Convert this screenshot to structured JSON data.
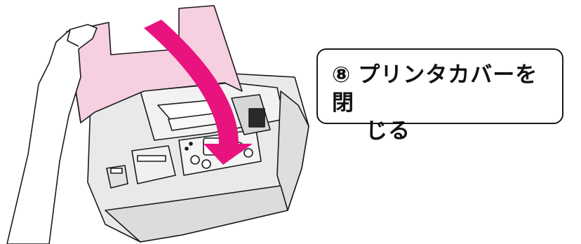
{
  "illustration": {
    "description_icon": "printer-cover-closing-illustration",
    "colors": {
      "cover_pink": "#f6cfe1",
      "arrow_magenta": "#e8137e",
      "body_gray": "#e9e9e9",
      "outline": "#1a1a1a"
    }
  },
  "instruction": {
    "step_number": "⑧",
    "text_line1": "プリンタカバーを閉",
    "text_line2": "じる"
  }
}
